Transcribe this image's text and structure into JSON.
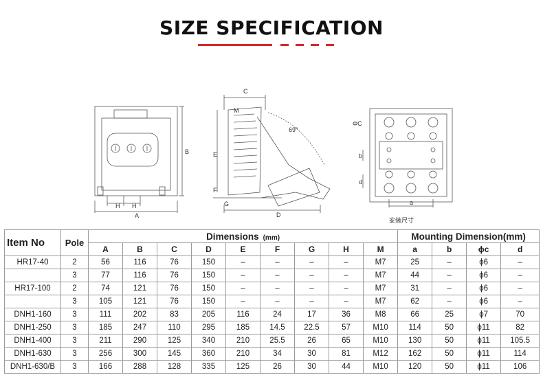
{
  "title": "SIZE SPECIFICATION",
  "accent_color": "#d42b2b",
  "drawing": {
    "labels": {
      "A": "A",
      "B": "B",
      "H": "H",
      "C": "C",
      "D": "D",
      "E": "E",
      "F": "F",
      "G": "G",
      "M": "M",
      "angle": "69°",
      "phic": "ΦC",
      "a": "a",
      "b": "b",
      "d": "d"
    },
    "caption": "安装尺寸"
  },
  "table": {
    "item_header": "Item No",
    "pole_header": "Pole",
    "dimensions_header": "Dimensions",
    "dimensions_unit": "(mm)",
    "mounting_header": "Mounting Dimension(mm)",
    "columns": [
      "A",
      "B",
      "C",
      "D",
      "E",
      "F",
      "G",
      "H",
      "M",
      "a",
      "b",
      "ϕc",
      "d"
    ],
    "rows": [
      {
        "item": "HR17-40",
        "pole": "2",
        "values": [
          "56",
          "116",
          "76",
          "150",
          "–",
          "–",
          "–",
          "–",
          "M7",
          "25",
          "–",
          "ϕ6",
          "–"
        ]
      },
      {
        "item": "",
        "pole": "3",
        "values": [
          "77",
          "116",
          "76",
          "150",
          "–",
          "–",
          "–",
          "–",
          "M7",
          "44",
          "–",
          "ϕ6",
          "–"
        ]
      },
      {
        "item": "HR17-100",
        "pole": "2",
        "values": [
          "74",
          "121",
          "76",
          "150",
          "–",
          "–",
          "–",
          "–",
          "M7",
          "31",
          "–",
          "ϕ6",
          "–"
        ]
      },
      {
        "item": "",
        "pole": "3",
        "values": [
          "105",
          "121",
          "76",
          "150",
          "–",
          "–",
          "–",
          "–",
          "M7",
          "62",
          "–",
          "ϕ6",
          "–"
        ]
      },
      {
        "item": "DNH1-160",
        "pole": "3",
        "values": [
          "111",
          "202",
          "83",
          "205",
          "116",
          "24",
          "17",
          "36",
          "M8",
          "66",
          "25",
          "ϕ7",
          "70"
        ]
      },
      {
        "item": "DNH1-250",
        "pole": "3",
        "values": [
          "185",
          "247",
          "110",
          "295",
          "185",
          "14.5",
          "22.5",
          "57",
          "M10",
          "114",
          "50",
          "ϕ11",
          "82"
        ]
      },
      {
        "item": "DNH1-400",
        "pole": "3",
        "values": [
          "211",
          "290",
          "125",
          "340",
          "210",
          "25.5",
          "26",
          "65",
          "M10",
          "130",
          "50",
          "ϕ11",
          "105.5"
        ]
      },
      {
        "item": "DNH1-630",
        "pole": "3",
        "values": [
          "256",
          "300",
          "145",
          "360",
          "210",
          "34",
          "30",
          "81",
          "M12",
          "162",
          "50",
          "ϕ11",
          "114"
        ]
      },
      {
        "item": "DNH1-630/B",
        "pole": "3",
        "values": [
          "166",
          "288",
          "128",
          "335",
          "125",
          "26",
          "30",
          "44",
          "M10",
          "120",
          "50",
          "ϕ11",
          "106"
        ]
      }
    ]
  }
}
